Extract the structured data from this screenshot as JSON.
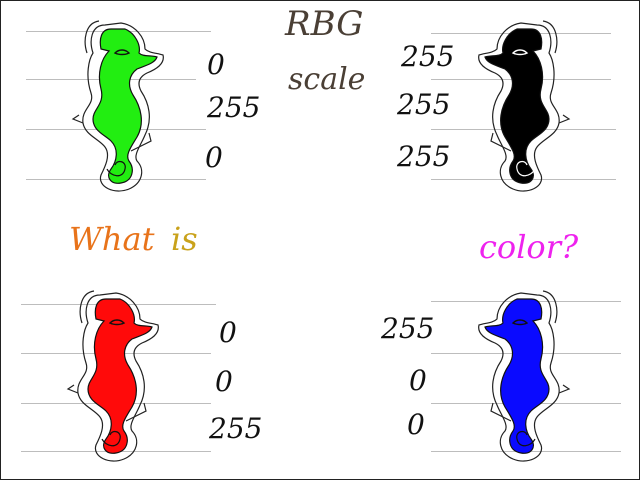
{
  "title": "RBG",
  "subtitle": "scale",
  "question": {
    "word_what": "What",
    "word_is": "is",
    "word_color": "color?",
    "colors": {
      "what": "#e8731a",
      "is": "#c9a21b",
      "color": "#ee22ee"
    }
  },
  "panels": [
    {
      "id": "top-left",
      "fill": "#22ee11",
      "values": [
        "0",
        "255",
        "0"
      ]
    },
    {
      "id": "top-right",
      "fill": "#000000",
      "values": [
        "255",
        "255",
        "255"
      ]
    },
    {
      "id": "bottom-left",
      "fill": "#ff0a0a",
      "values": [
        "0",
        "0",
        "255"
      ]
    },
    {
      "id": "bottom-right",
      "fill": "#0a0aff",
      "values": [
        "255",
        "0",
        "0"
      ]
    }
  ]
}
